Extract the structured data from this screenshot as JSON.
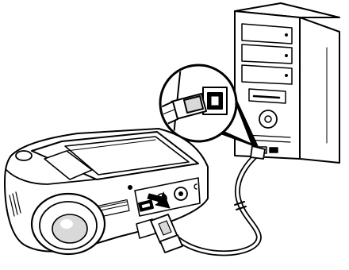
{
  "diagram": {
    "parts": [
      "computer-tower",
      "usb-port-magnifier",
      "projector",
      "usb-cable"
    ],
    "connection": "usb",
    "style": "black-and-white line art",
    "colors": {
      "line": "#000000",
      "fill": "#ffffff",
      "shade": "#d9d9d9"
    }
  }
}
